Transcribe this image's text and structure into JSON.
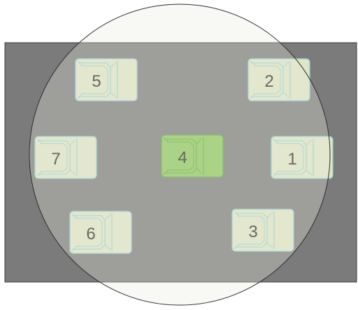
{
  "colors": {
    "background": "#ffffff",
    "lot": "#7b7b7b",
    "circle_fill": "#e9eadf",
    "car_body": "#dfe6c5",
    "car_outline": "#8fd0d8",
    "highlight_body": "#8ec95b",
    "highlight_outline": "#5fa83a",
    "label": "#2b2b2b"
  },
  "cars": [
    {
      "label": "1",
      "highlighted": false
    },
    {
      "label": "2",
      "highlighted": false
    },
    {
      "label": "3",
      "highlighted": false
    },
    {
      "label": "4",
      "highlighted": true
    },
    {
      "label": "5",
      "highlighted": false
    },
    {
      "label": "6",
      "highlighted": false
    },
    {
      "label": "7",
      "highlighted": false
    }
  ]
}
